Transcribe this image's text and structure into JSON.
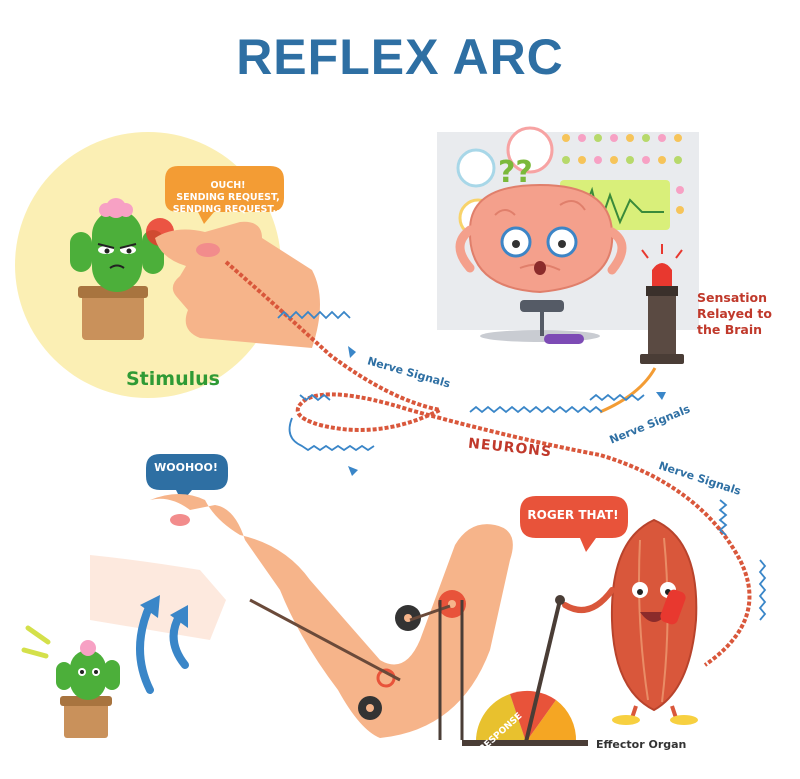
{
  "title": "REFLEX ARC",
  "labels": {
    "stimulus": "Stimulus",
    "sensation_line1": "Sensation",
    "sensation_line2": "Relayed to",
    "sensation_line3": "the Brain",
    "neurons": "NEURONS",
    "nerve_signals": "Nerve Signals",
    "effector_organ": "Effector Organ",
    "response": "RESPONSE"
  },
  "bubbles": {
    "ouch_line1": "OUCH!",
    "ouch_line2": "SENDING REQUEST,",
    "ouch_line3": "SENDING REQUEST...",
    "woohoo": "WOOHOO!",
    "roger": "ROGER THAT!"
  },
  "colors": {
    "title": "#2e6fa3",
    "stimulus": "#2f9a35",
    "neuron": "#c0392b",
    "nerve_signal": "#3a86c8",
    "skin": "#f6b48a",
    "brain": "#f4a08c",
    "muscle": "#d9573b",
    "cactus": "#4caf3a",
    "circle_bg": "#fbefb4"
  }
}
